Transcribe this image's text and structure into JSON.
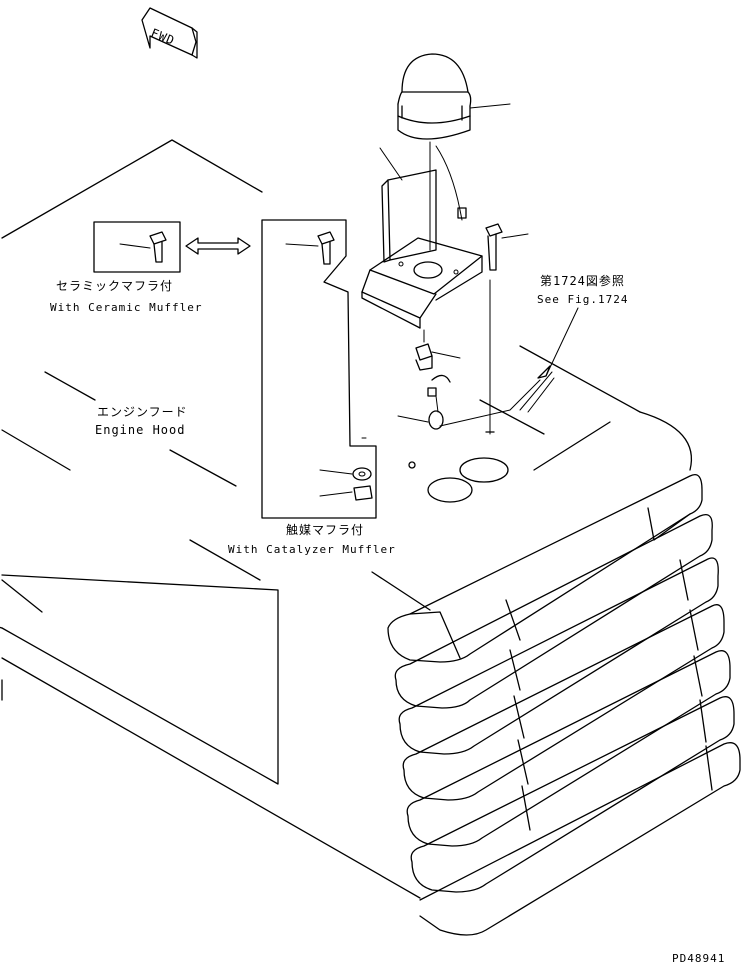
{
  "fwd_label": "FWD",
  "ceramic_jp": "セラミックマフラ付",
  "ceramic_en": "With Ceramic Muffler",
  "hood_jp": "エンジンフード",
  "hood_en": "Engine Hood",
  "catalyzer_jp": "触媒マフラ付",
  "catalyzer_en": "With Catalyzer Muffler",
  "ref_jp": "第1724図参照",
  "ref_en": "See Fig.1724",
  "part_code": "PD48941"
}
